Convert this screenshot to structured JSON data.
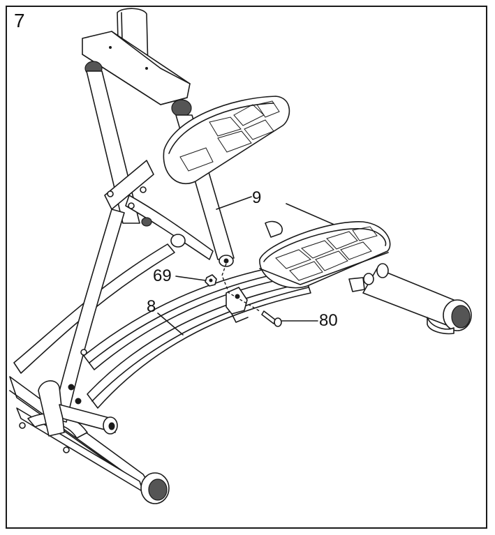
{
  "step": {
    "number": "7"
  },
  "callouts": {
    "part_9": "9",
    "part_69": "69",
    "part_8": "8",
    "part_80": "80"
  },
  "colors": {
    "line": "#1a1a1a",
    "background": "#ffffff"
  }
}
